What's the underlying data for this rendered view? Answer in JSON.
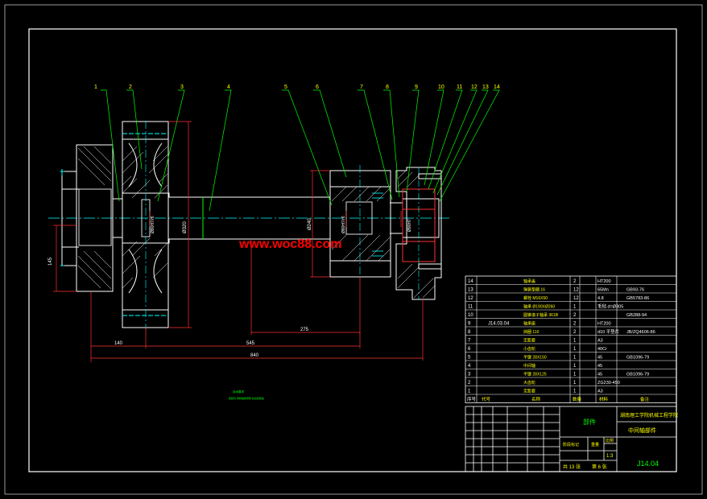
{
  "drawing": {
    "watermark": "www.woc88.com",
    "drawing_number": "J14.04",
    "scale": "1:3",
    "title_main": "中间轴部件",
    "institution": "湖南理工学院机械工程学院",
    "part_name": "部件",
    "sheet_info": {
      "total_label": "共 13 张",
      "sheet_label": "第 6 张"
    },
    "title_block_labels": {
      "stage_mark": "阶段标记",
      "weight": "重量",
      "scale": "比例"
    },
    "note_line1": "技术要求",
    "note_line2": "装配时 调整轴承游隙 并加润滑油"
  },
  "dimensions": {
    "d140": "140",
    "d275": "275",
    "d545": "545",
    "d840": "840",
    "d145": "145",
    "d_left_v": "Ø320",
    "d_right_v": "Ø240",
    "d_hub_left": "Ø80H7/r6",
    "d_hub_right": "Ø80H7/r6",
    "d_bearing": "Ø90H7"
  },
  "balloons": [
    "1",
    "2",
    "3",
    "4",
    "5",
    "6",
    "7",
    "8",
    "9",
    "10",
    "11",
    "12",
    "13",
    "14"
  ],
  "bom": {
    "rows": [
      {
        "no": "14",
        "name": "轴承盖",
        "qty": "2",
        "mat": "HT200",
        "std": ""
      },
      {
        "no": "13",
        "name": "弹簧垫圈 16",
        "qty": "12",
        "mat": "65Mn",
        "std": "GB93-76"
      },
      {
        "no": "12",
        "name": "螺栓 M16X50",
        "qty": "12",
        "mat": "4.8",
        "std": "GB5783-86"
      },
      {
        "no": "11",
        "name": "轴承 Ø190XØ260",
        "qty": "1",
        "mat": "毛毡 d=Ø305",
        "std": ""
      },
      {
        "no": "10",
        "name": "圆锥滚子轴承 361B",
        "qty": "2",
        "mat": "",
        "std": "GB288-94"
      },
      {
        "no": "9",
        "name": "轴承座",
        "qty": "2",
        "mat": "HT200",
        "std": ""
      },
      {
        "no": "8",
        "name": "挡圈 110",
        "qty": "2",
        "mat": "d10 平垫片",
        "std": "JB/ZQ4606-86"
      },
      {
        "no": "7",
        "name": "定距套",
        "qty": "1",
        "mat": "A3",
        "std": ""
      },
      {
        "no": "6",
        "name": "小齿轮",
        "qty": "1",
        "mat": "40Cr",
        "std": ""
      },
      {
        "no": "5",
        "name": "平键 28X150",
        "qty": "1",
        "mat": "45",
        "std": "GB1096-79"
      },
      {
        "no": "4",
        "name": "中间轴",
        "qty": "1",
        "mat": "45",
        "std": ""
      },
      {
        "no": "3",
        "name": "平键 28X125",
        "qty": "1",
        "mat": "45",
        "std": "GB1096-79"
      },
      {
        "no": "2",
        "name": "大齿轮",
        "qty": "1",
        "mat": "ZG230-450",
        "std": ""
      },
      {
        "no": "1",
        "name": "定距套",
        "qty": "1",
        "mat": "A3",
        "std": ""
      }
    ],
    "header": {
      "no": "序号",
      "code": "代号",
      "name": "名称",
      "qty": "数量",
      "mat": "材料",
      "note": "备注"
    },
    "assembly_code": "J14.03.04"
  }
}
